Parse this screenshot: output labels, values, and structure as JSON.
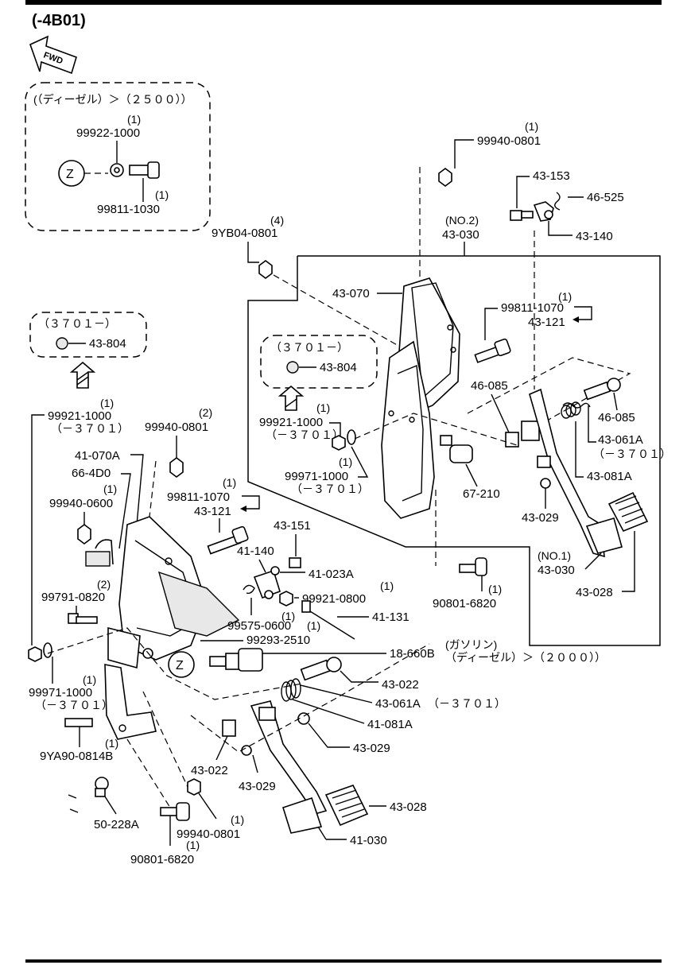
{
  "title": "(-4B01)",
  "fwd_label": "FWD",
  "zoom_marker": "Z",
  "inset_diesel": {
    "condition": "(（ディーゼル）＞（２５００））",
    "part_a": "99922-1000",
    "qty_a": "(1)",
    "part_b": "99811-1030",
    "qty_b": "(1)"
  },
  "inset_3701_left": {
    "condition": "（３７０１－）",
    "part": "43-804"
  },
  "inset_3701_mid": {
    "condition": "（３７０１－）",
    "part": "43-804"
  },
  "labels": {
    "p99940_0801_top": "99940-0801",
    "q99940_0801_top": "(1)",
    "p43_153": "43-153",
    "p46_525": "46-525",
    "p43_140": "43-140",
    "no2": "(NO.2)",
    "p43_030_no2": "43-030",
    "q9yb04": "(4)",
    "p9yb04": "9YB04-0801",
    "p43_070": "43-070",
    "q99811_1070_r": "(1)",
    "p99811_1070_r": "99811-1070",
    "p43_121_r": "43-121",
    "p46_085_a": "46-085",
    "p46_085_b": "46-085",
    "q99921_1000_m": "(1)",
    "p99921_1000_m": "99921-1000",
    "c99921_1000_m": "（－３７０１）",
    "q99971_1000_m": "(1)",
    "p99971_1000_m": "99971-1000",
    "c99971_1000_m": "（－３７０１）",
    "p43_061a_r": "43-061A",
    "c43_061a_r": "（－３７０１）",
    "p43_081a_r": "43-081A",
    "p67_210": "67-210",
    "p43_029_r": "43-029",
    "no1": "(NO.1)",
    "p43_030_no1": "43-030",
    "p43_028_r": "43-028",
    "p90801_6820_r": "90801-6820",
    "q90801_6820_r": "(1)",
    "q99921_1000_l": "(1)",
    "p99921_1000_l": "99921-1000",
    "c99921_1000_l": "（－３７０１）",
    "q99940_0801_l": "(2)",
    "p99940_0801_l": "99940-0801",
    "p41_070a": "41-070A",
    "p66_4d0": "66-4D0",
    "q99940_0600": "(1)",
    "p99940_0600": "99940-0600",
    "q99811_1070_l": "(1)",
    "p99811_1070_l": "99811-1070",
    "p43_121_l": "43-121",
    "p43_151": "43-151",
    "p41_140": "41-140",
    "p41_023a": "41-023A",
    "q99921_0800": "(1)",
    "p99921_0800": "99921-0800",
    "q99791": "(2)",
    "p99791_0820": "99791-0820",
    "q99575": "(1)",
    "p99575_0600": "99575-0600",
    "q99575b": "(1)",
    "p41_131": "41-131",
    "p99293_2510": "99293-2510",
    "p18_660b": "18-660B",
    "c18_660b_1": "(ガソリン)",
    "c18_660b_2": "（ディーゼル）＞（２０００））",
    "q99971_1000_l": "(1)",
    "p99971_1000_l": "99971-1000",
    "c99971_1000_l": "（－３７０１）",
    "p43_022_r": "43-022",
    "p43_061a_l": "43-061A",
    "c43_061a_l": "（－３７０１）",
    "p41_081a": "41-081A",
    "q9ya90": "(1)",
    "p9ya90": "9YA90-0814B",
    "p43_029_l": "43-029",
    "p43_022_l": "43-022",
    "p43_029_b": "43-029",
    "p50_228a": "50-228A",
    "p43_028_l": "43-028",
    "q99940_0801_b": "(1)",
    "p99940_0801_b": "99940-0801",
    "q90801_6820_b": "(1)",
    "p90801_6820_b": "90801-6820",
    "p41_030": "41-030"
  }
}
